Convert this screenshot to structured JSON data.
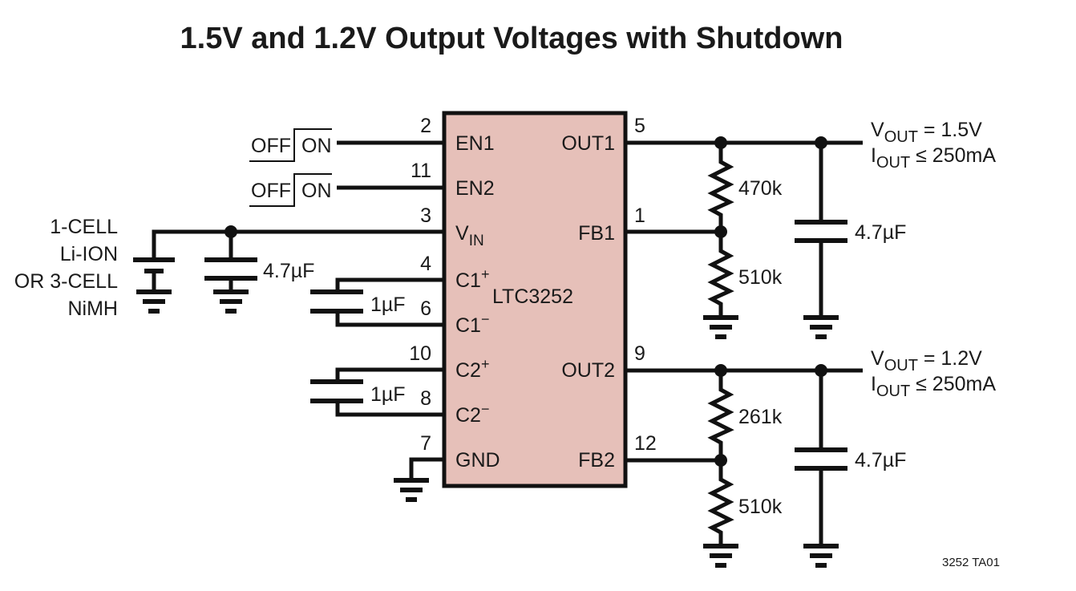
{
  "title": "1.5V and 1.2V Output Voltages with Shutdown",
  "ic": {
    "name": "LTC3252",
    "fill_color": "#e6c0b9",
    "left_pins": [
      {
        "number": "2",
        "name": "EN1"
      },
      {
        "number": "11",
        "name": "EN2"
      },
      {
        "number": "3",
        "name": "V",
        "sub": "IN"
      },
      {
        "number": "4",
        "name": "C1",
        "sup": "+"
      },
      {
        "number": "6",
        "name": "C1",
        "sup": "−"
      },
      {
        "number": "10",
        "name": "C2",
        "sup": "+"
      },
      {
        "number": "8",
        "name": "C2",
        "sup": "−"
      },
      {
        "number": "7",
        "name": "GND"
      }
    ],
    "right_pins": [
      {
        "number": "5",
        "name": "OUT1"
      },
      {
        "number": "1",
        "name": "FB1"
      },
      {
        "number": "9",
        "name": "OUT2"
      },
      {
        "number": "12",
        "name": "FB2"
      }
    ]
  },
  "enable_controls": [
    {
      "off_label": "OFF",
      "on_label": "ON",
      "pin": "EN1"
    },
    {
      "off_label": "OFF",
      "on_label": "ON",
      "pin": "EN2"
    }
  ],
  "input": {
    "source_label_lines": [
      "1-CELL",
      "Li-ION",
      "OR 3-CELL",
      "NiMH"
    ],
    "input_cap": "4.7µF"
  },
  "flying_caps": [
    {
      "value": "1µF",
      "between": [
        "C1+",
        "C1−"
      ]
    },
    {
      "value": "1µF",
      "between": [
        "C2+",
        "C2−"
      ]
    }
  ],
  "outputs": [
    {
      "vout_prefix": "V",
      "vout_sub": "OUT",
      "vout_value": " = 1.5V",
      "iout_prefix": "I",
      "iout_sub": "OUT",
      "iout_value": " ≤ 250mA",
      "r_top": "470k",
      "r_bottom": "510k",
      "cap": "4.7µF"
    },
    {
      "vout_prefix": "V",
      "vout_sub": "OUT",
      "vout_value": " = 1.2V",
      "iout_prefix": "I",
      "iout_sub": "OUT",
      "iout_value": " ≤ 250mA",
      "r_top": "261k",
      "r_bottom": "510k",
      "cap": "4.7µF"
    }
  ],
  "figure_id": "3252 TA01"
}
